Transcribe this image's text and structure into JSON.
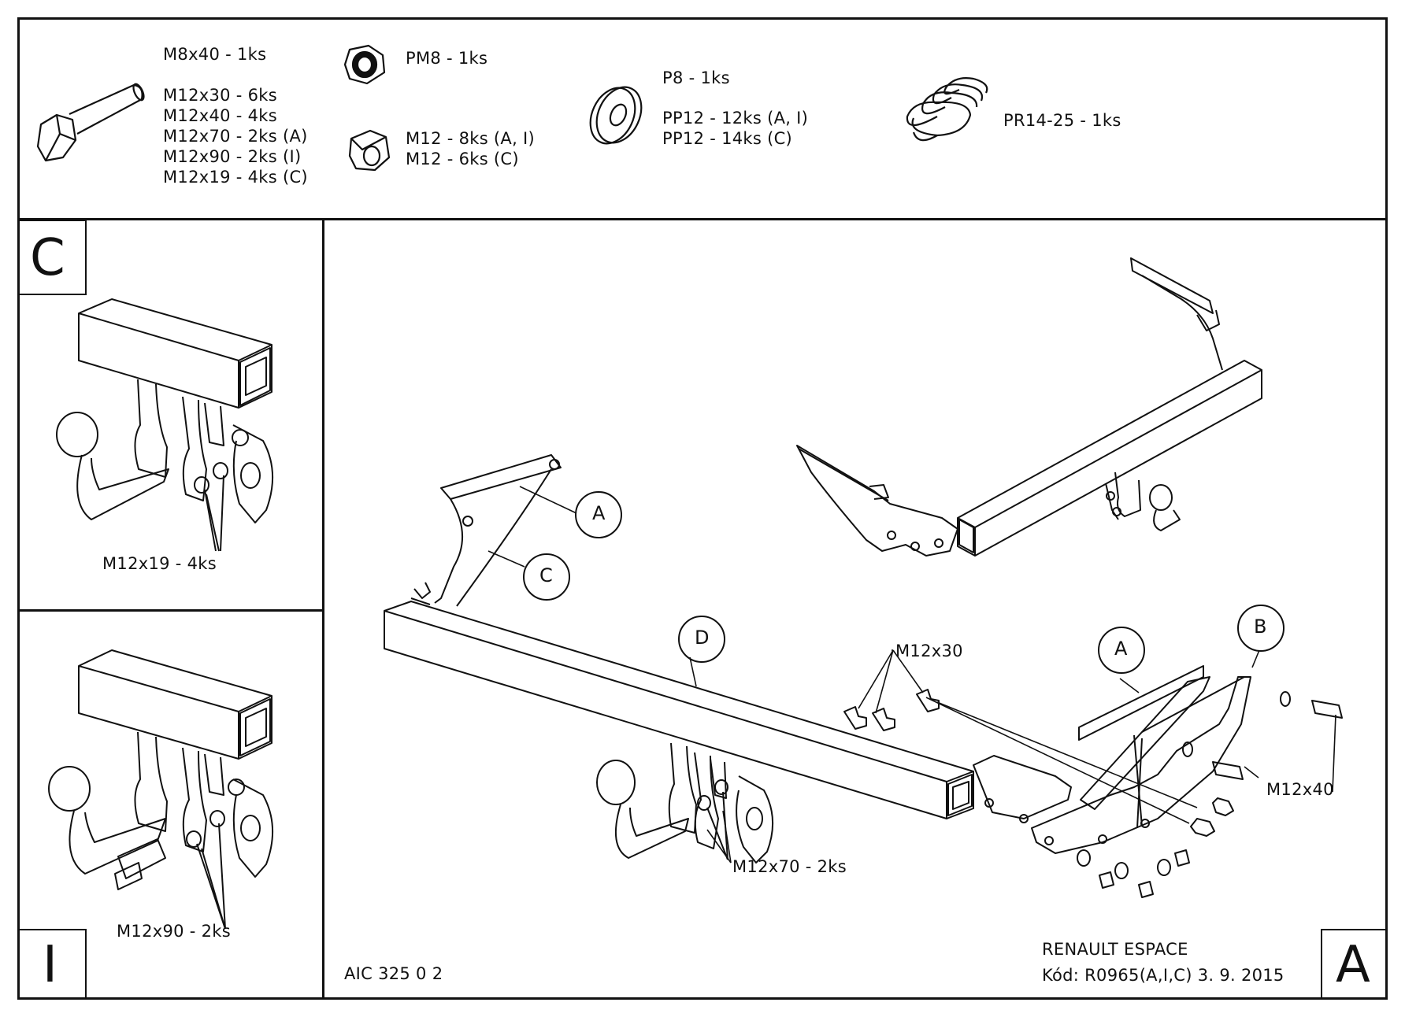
{
  "parts": {
    "bolt": {
      "lines": [
        "M8x40 - 1ks",
        "M12x30 - 6ks",
        "M12x40 - 4ks",
        "M12x70 - 2ks (A)",
        "M12x90 - 2ks (I)",
        "M12x19 - 4ks (C)"
      ]
    },
    "nut_pm8": "PM8 - 1ks",
    "nut_m12": {
      "lines": [
        "M12 - 8ks (A, I)",
        "M12 - 6ks (C)"
      ]
    },
    "washer_p8": "P8 - 1ks",
    "washer_pp12": {
      "lines": [
        "PP12 - 12ks (A, I)",
        "PP12 - 14ks (C)"
      ]
    },
    "spring": "PR14-25 - 1ks"
  },
  "panel_c": {
    "letter": "C",
    "callout": "M12x19 - 4ks"
  },
  "panel_i": {
    "letter": "I",
    "callout": "M12x90 - 2ks"
  },
  "main": {
    "letter": "A",
    "bubbles": {
      "a1": "A",
      "c": "C",
      "d": "D",
      "a2": "A",
      "b": "B"
    },
    "callouts": {
      "m12x30": "M12x30",
      "m12x40": "M12x40",
      "m12x70": "M12x70 - 2ks"
    },
    "drawing_code": "AIC 325 0 2",
    "vehicle": "RENAULT ESPACE",
    "code_line": "Kód: R0965(A,I,C)  3. 9. 2015"
  }
}
